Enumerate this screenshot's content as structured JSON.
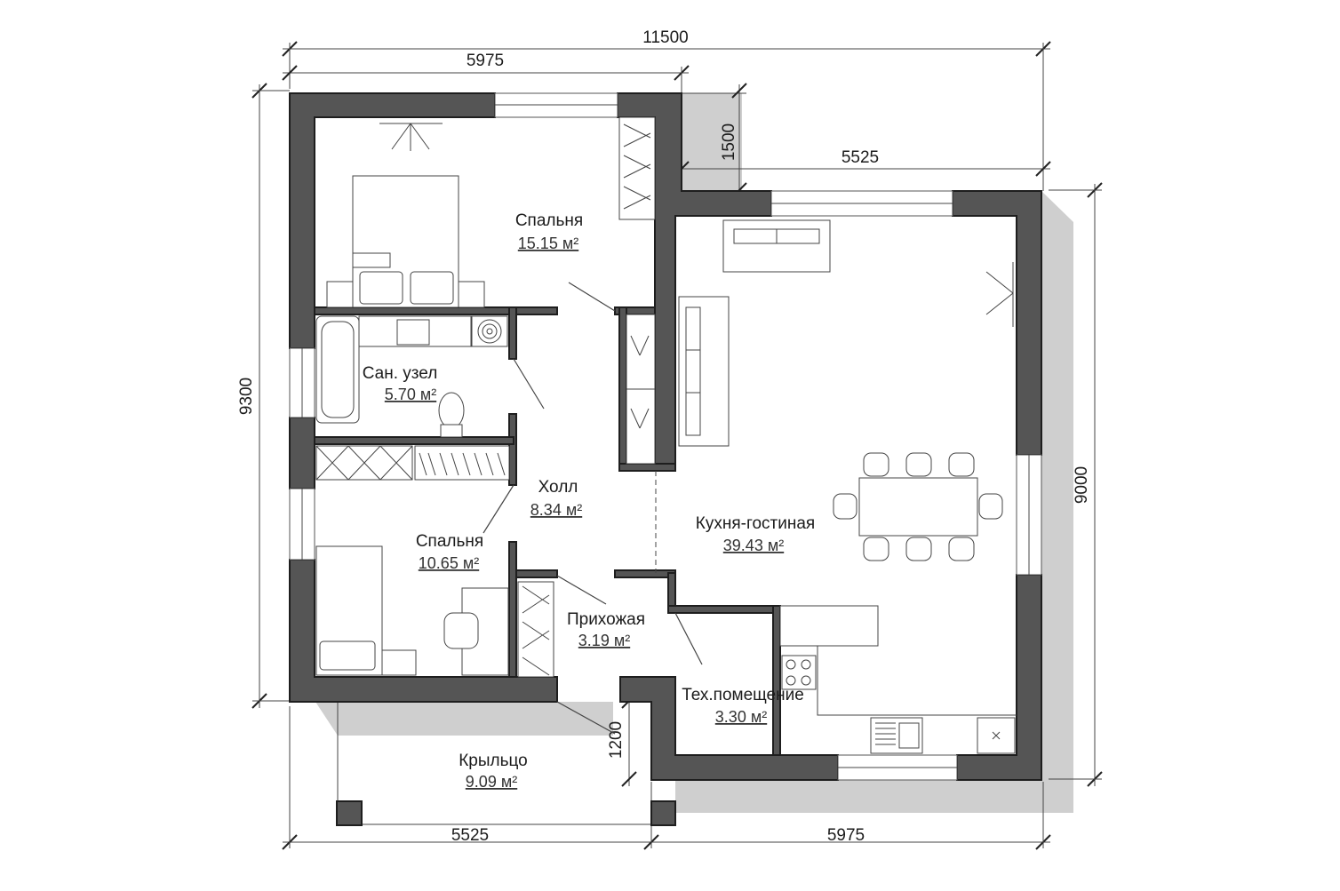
{
  "colors": {
    "wall": "#555555",
    "shadow": "#cfcfcf",
    "line": "#444444",
    "background": "#ffffff"
  },
  "dimensions": {
    "overall_width": "11500",
    "top_left_width": "5975",
    "top_right_width": "5525",
    "offset_top": "1500",
    "left_height": "9300",
    "right_height": "9000",
    "porch_depth": "1200",
    "bottom_left_width": "5525",
    "bottom_right_width": "5975"
  },
  "rooms": {
    "bedroom_1": {
      "name": "Спальня",
      "area": "15.15 м²"
    },
    "bathroom": {
      "name": "Сан. узел",
      "area": "5.70 м²"
    },
    "hall": {
      "name": "Холл",
      "area": "8.34 м²"
    },
    "bedroom_2": {
      "name": "Спальня",
      "area": "10.65 м²"
    },
    "entrance": {
      "name": "Прихожая",
      "area": "3.19 м²"
    },
    "kitchen_living": {
      "name": "Кухня-гостиная",
      "area": "39.43 м²"
    },
    "utility": {
      "name": "Тех.помещение",
      "area": "3.30 м²"
    },
    "porch": {
      "name": "Крыльцо",
      "area": "9.09 м²"
    }
  }
}
